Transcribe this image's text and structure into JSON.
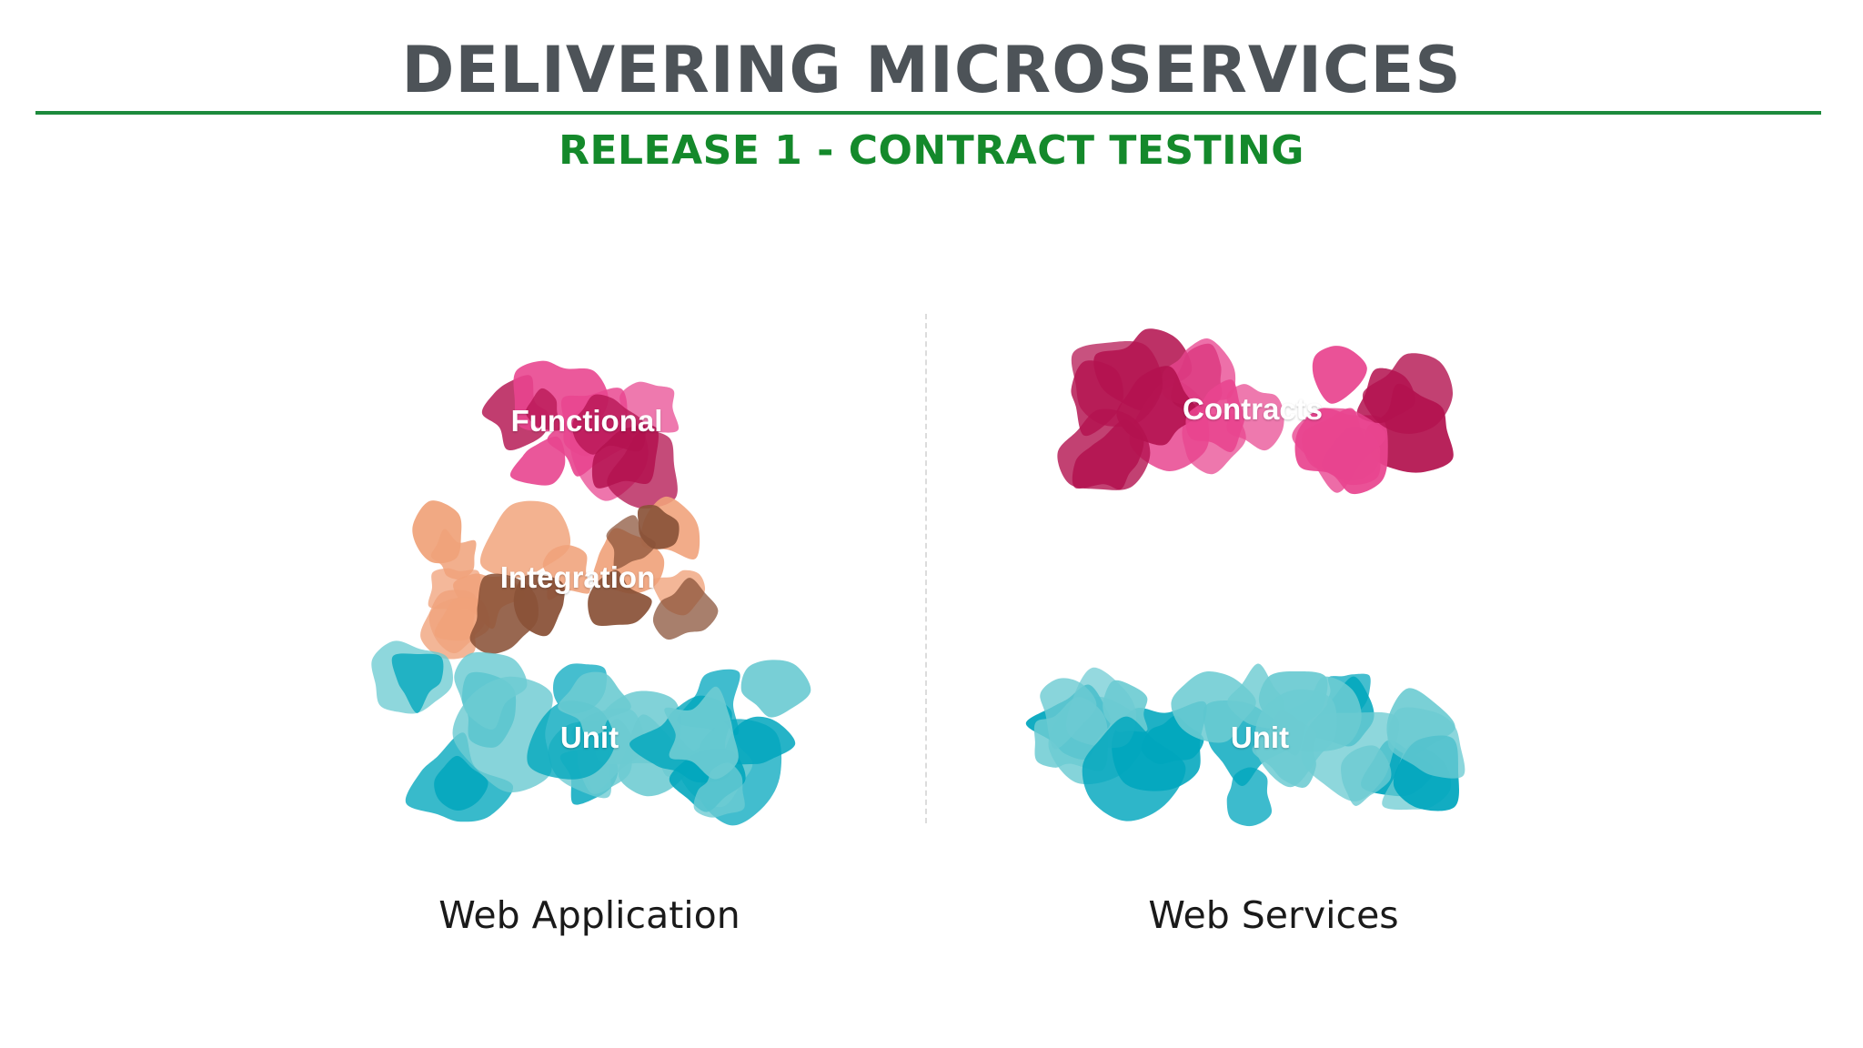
{
  "header": {
    "title": "DELIVERING MICROSERVICES",
    "subtitle": "RELEASE 1 - CONTRACT TESTING"
  },
  "colors": {
    "title": "#4d5358",
    "rule": "#1d8a3c",
    "subtitle": "#14892b",
    "functional_dark": "#b3124f",
    "functional_light": "#e8458f",
    "integration_dark": "#8a5238",
    "integration_light": "#f0a27a",
    "unit_dark": "#00a6bd",
    "unit_light": "#6ccbd2"
  },
  "diagram": {
    "web_application": {
      "caption": "Web Application",
      "layers": [
        {
          "label": "Functional",
          "palette": "functional"
        },
        {
          "label": "Integration",
          "palette": "integration"
        },
        {
          "label": "Unit",
          "palette": "unit"
        }
      ]
    },
    "web_services": {
      "caption": "Web Services",
      "layers": [
        {
          "label": "Contracts",
          "palette": "functional"
        },
        {
          "label": "Unit",
          "palette": "unit"
        }
      ]
    }
  }
}
